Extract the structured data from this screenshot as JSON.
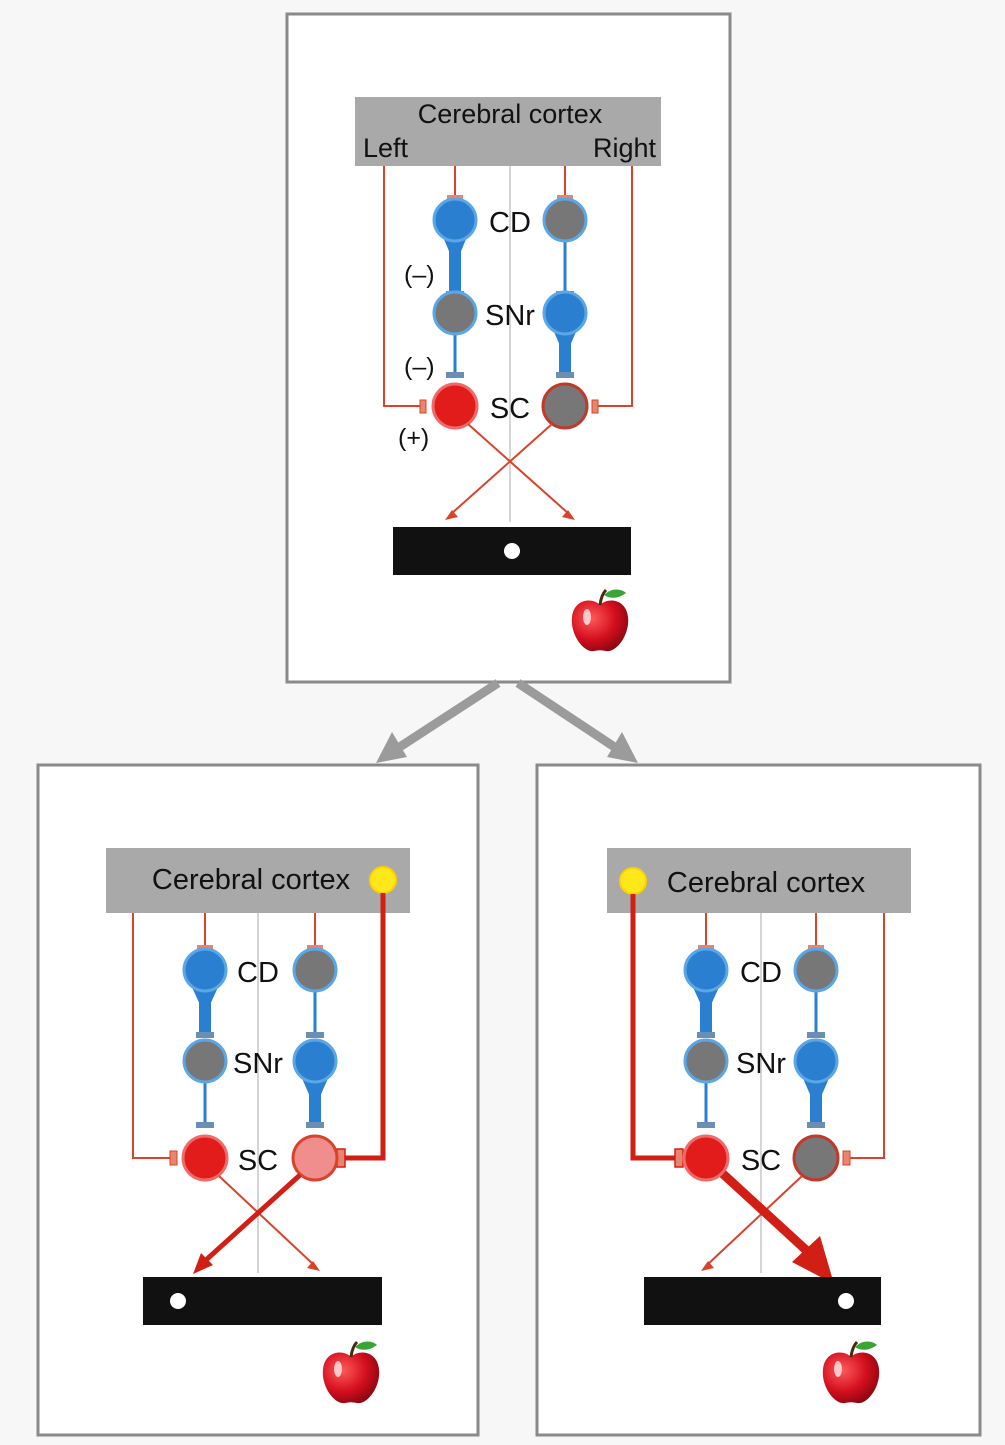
{
  "colors": {
    "blue": "#2a7fd0",
    "blue_ring": "#5aa6e6",
    "gray": "#777777",
    "red": "#e21b1b",
    "light_red": "#f08e8e",
    "red_line": "#d9432a",
    "cortex_box": "#a9a9a9",
    "screen": "#111111",
    "yellow": "#ffe81a",
    "panel_border": "#8a8a8a",
    "flow_arrow": "#9b9b9b"
  },
  "panels": [
    {
      "id": "top",
      "cortex_label": "Cerebral cortex",
      "left_label": "Left",
      "right_label": "Right",
      "cd_label": "CD",
      "snr_label": "SNr",
      "sc_label": "SC",
      "sign_cd_snr": "(–)",
      "sign_snr_sc": "(–)",
      "sign_cortex_sc": "(+)",
      "state": "fixation: left CD active, left SNr inhibited, left SC active; right CD inactive, right SNr active, right SC inhibited; target at screen center",
      "icons": [
        "apple-icon"
      ]
    },
    {
      "id": "bottom-left",
      "cortex_label": "Cerebral cortex",
      "cd_label": "CD",
      "snr_label": "SNr",
      "sc_label": "SC",
      "state": "right cortex active (yellow); strong right cortex-to-SC input; right SC light red; left-screen target",
      "icons": [
        "apple-icon"
      ]
    },
    {
      "id": "bottom-right",
      "cortex_label": "Cerebral cortex",
      "cd_label": "CD",
      "snr_label": "SNr",
      "sc_label": "SC",
      "state": "left cortex active (yellow); strong left cortex-to-SC input; left SC drives a thick saccade arrow to right-screen target",
      "icons": [
        "apple-icon"
      ]
    }
  ]
}
